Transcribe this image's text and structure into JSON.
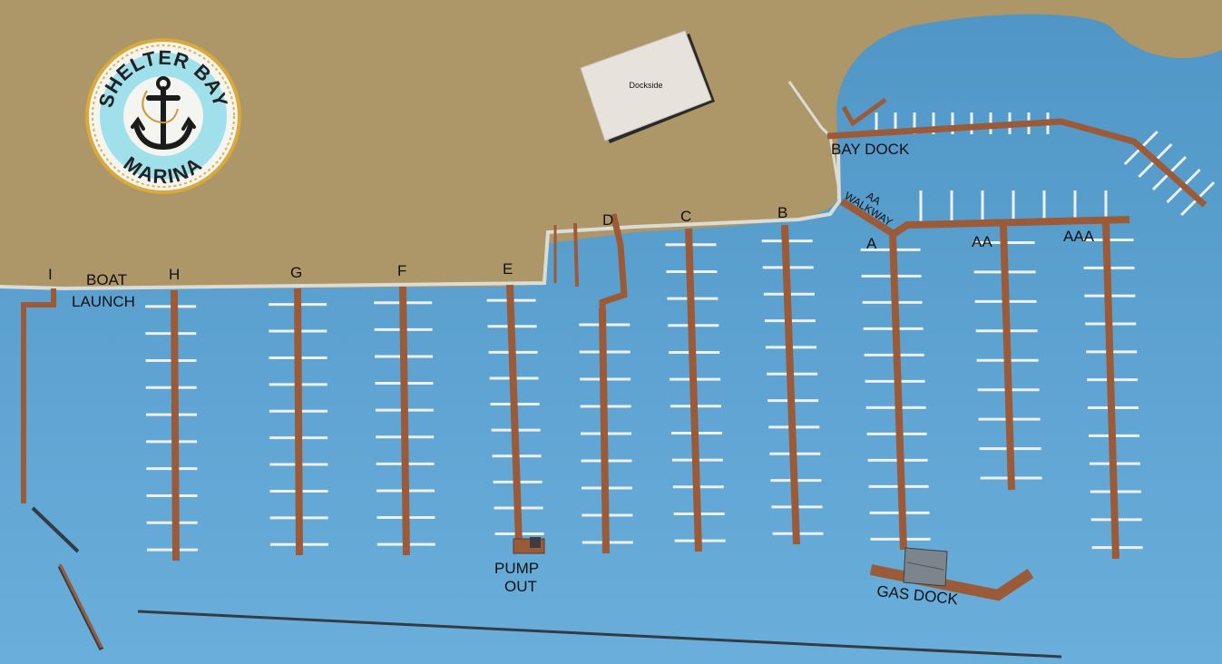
{
  "logo": {
    "top_text": "SHELTER BAY",
    "bottom_text": "MARINA",
    "icon": "anchor-icon"
  },
  "building": {
    "label": "Dockside"
  },
  "labels": {
    "boat_launch_line1": "BOAT",
    "boat_launch_line2": "LAUNCH",
    "bay_dock": "BAY DOCK",
    "aa_walkway_line1": "AA",
    "aa_walkway_line2": "WALKWAY",
    "pump_out_line1": "PUMP",
    "pump_out_line2": "OUT",
    "gas_dock": "GAS DOCK"
  },
  "docks": [
    "I",
    "H",
    "G",
    "F",
    "E",
    "D",
    "C",
    "B",
    "A",
    "AA",
    "AAA"
  ],
  "colors": {
    "water": "#5aa0cf",
    "land": "#ad9667",
    "dock": "#9c5b38",
    "finger": "#eef1f1",
    "walkway": "#dcdcd6",
    "building": "#e7e3dc"
  }
}
